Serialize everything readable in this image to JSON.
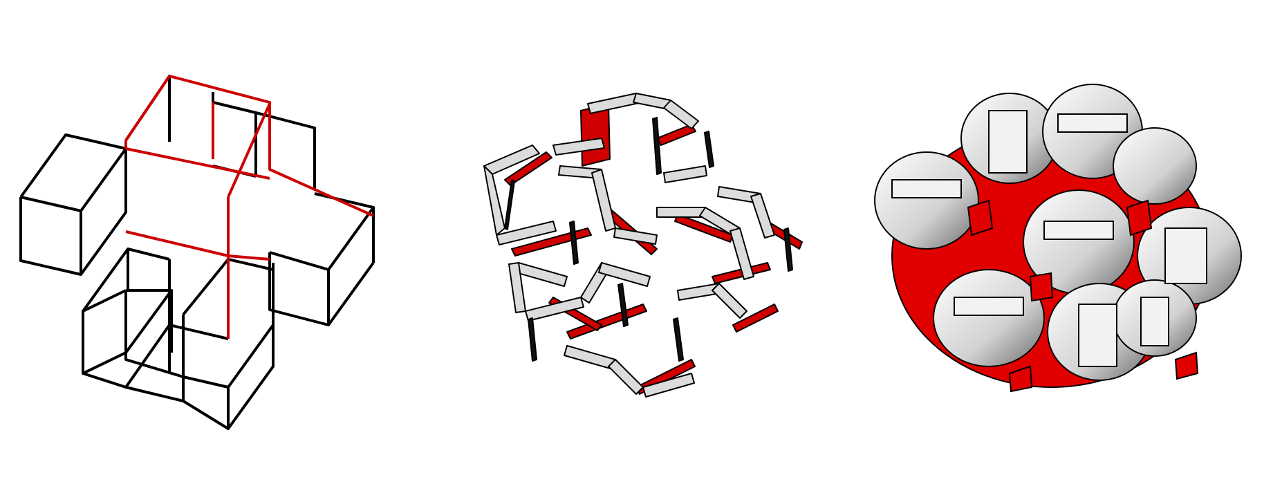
{
  "figure": {
    "panels": [
      {
        "id": "wire",
        "description_icon": "cube-wireframe-cross-icon"
      },
      {
        "id": "ribbon",
        "description_icon": "ribbon-frame-icon"
      },
      {
        "id": "woven",
        "description_icon": "woven-knot-icon"
      }
    ],
    "colors": {
      "background": "#ffffff",
      "edge": "#000000",
      "highlight": "#cc0000",
      "ribbon_light": "#e6e6e6",
      "ribbon_shadow": "#9a9a9a",
      "inner_red": "#e00000"
    }
  }
}
